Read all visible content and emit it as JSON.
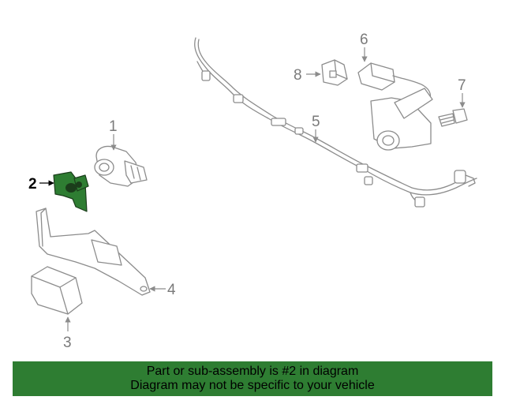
{
  "diagram": {
    "callouts": [
      {
        "id": "1",
        "label": "1"
      },
      {
        "id": "2",
        "label": "2"
      },
      {
        "id": "3",
        "label": "3"
      },
      {
        "id": "4",
        "label": "4"
      },
      {
        "id": "5",
        "label": "5"
      },
      {
        "id": "6",
        "label": "6"
      },
      {
        "id": "7",
        "label": "7"
      },
      {
        "id": "8",
        "label": "8"
      }
    ],
    "highlighted_part": "2",
    "highlight_color": "#2e7d32",
    "line_color": "#8c8c8c"
  },
  "banner": {
    "line1": "Part or sub-assembly is #2 in diagram",
    "line2": "Diagram may not be specific to your vehicle",
    "background": "#2e7d32"
  }
}
